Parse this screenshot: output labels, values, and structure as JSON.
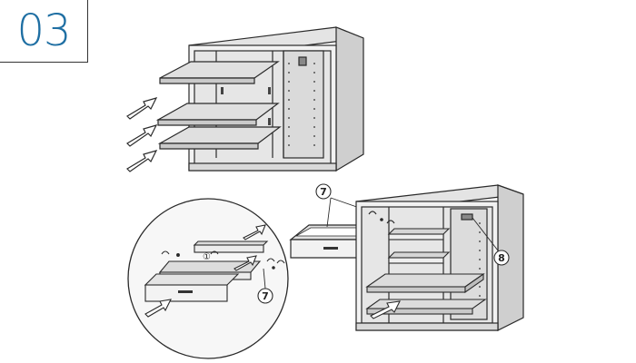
{
  "step": {
    "number": "03"
  },
  "callouts": {
    "part_7": "7",
    "part_8": "8",
    "order_1": "①"
  },
  "colors": {
    "accent": "#1f6fa3",
    "line": "#2a2a2a",
    "panel": "#e2e2e2",
    "panel_dark": "#c7c7c7",
    "shelf": "#d4d4d4"
  }
}
